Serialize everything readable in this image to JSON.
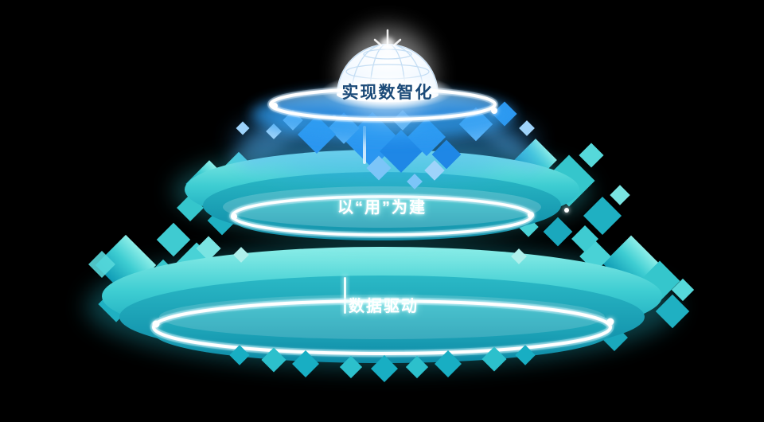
{
  "pyramid": {
    "top_layer": {
      "label": "实现数智化",
      "accent_color": "#2e9df2"
    },
    "middle_layer": {
      "label": "以“用”为建",
      "accent_color": "#2fc3cf"
    },
    "bottom_layer": {
      "label": "数据驱动",
      "accent_color": "#14a3bd"
    }
  },
  "palette": {
    "background": "#000000",
    "teal_light": "#8deee8",
    "teal": "#3ecdd2",
    "teal_dark": "#0f9cb6",
    "blue": "#2e9df2",
    "blue_light": "#9fd6fb",
    "white": "#ffffff",
    "label_navy": "#1b4a78"
  }
}
